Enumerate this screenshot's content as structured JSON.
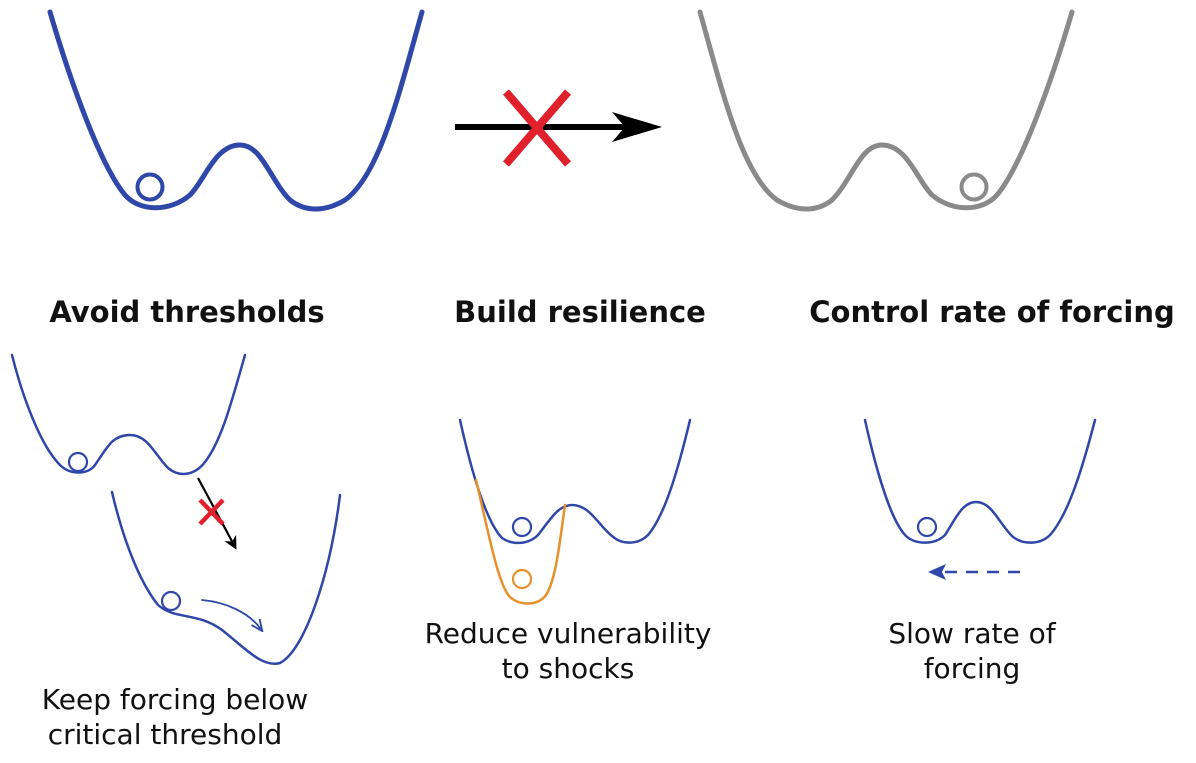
{
  "colors": {
    "landscape": "#2f47a8",
    "landscape_after": "#8a8a8a",
    "resilient_basin": "#e8902a",
    "cross": "#e0202a",
    "arrow": "#000000",
    "text": "#111111"
  },
  "top": {
    "transition": "blocked"
  },
  "panels": [
    {
      "id": "avoid-thresholds",
      "heading": "Avoid thresholds",
      "caption_lines": [
        "Keep forcing below",
        "critical threshold"
      ]
    },
    {
      "id": "build-resilience",
      "heading": "Build resilience",
      "caption_lines": [
        "Reduce vulnerability",
        "to shocks"
      ]
    },
    {
      "id": "control-rate",
      "heading": "Control rate of forcing",
      "caption_lines": [
        "Slow rate of",
        "forcing"
      ]
    }
  ],
  "icons": {
    "blocked_transition": "cross-icon",
    "ball": "ball-icon",
    "slow_forcing": "dashed-arrow-left-icon"
  }
}
